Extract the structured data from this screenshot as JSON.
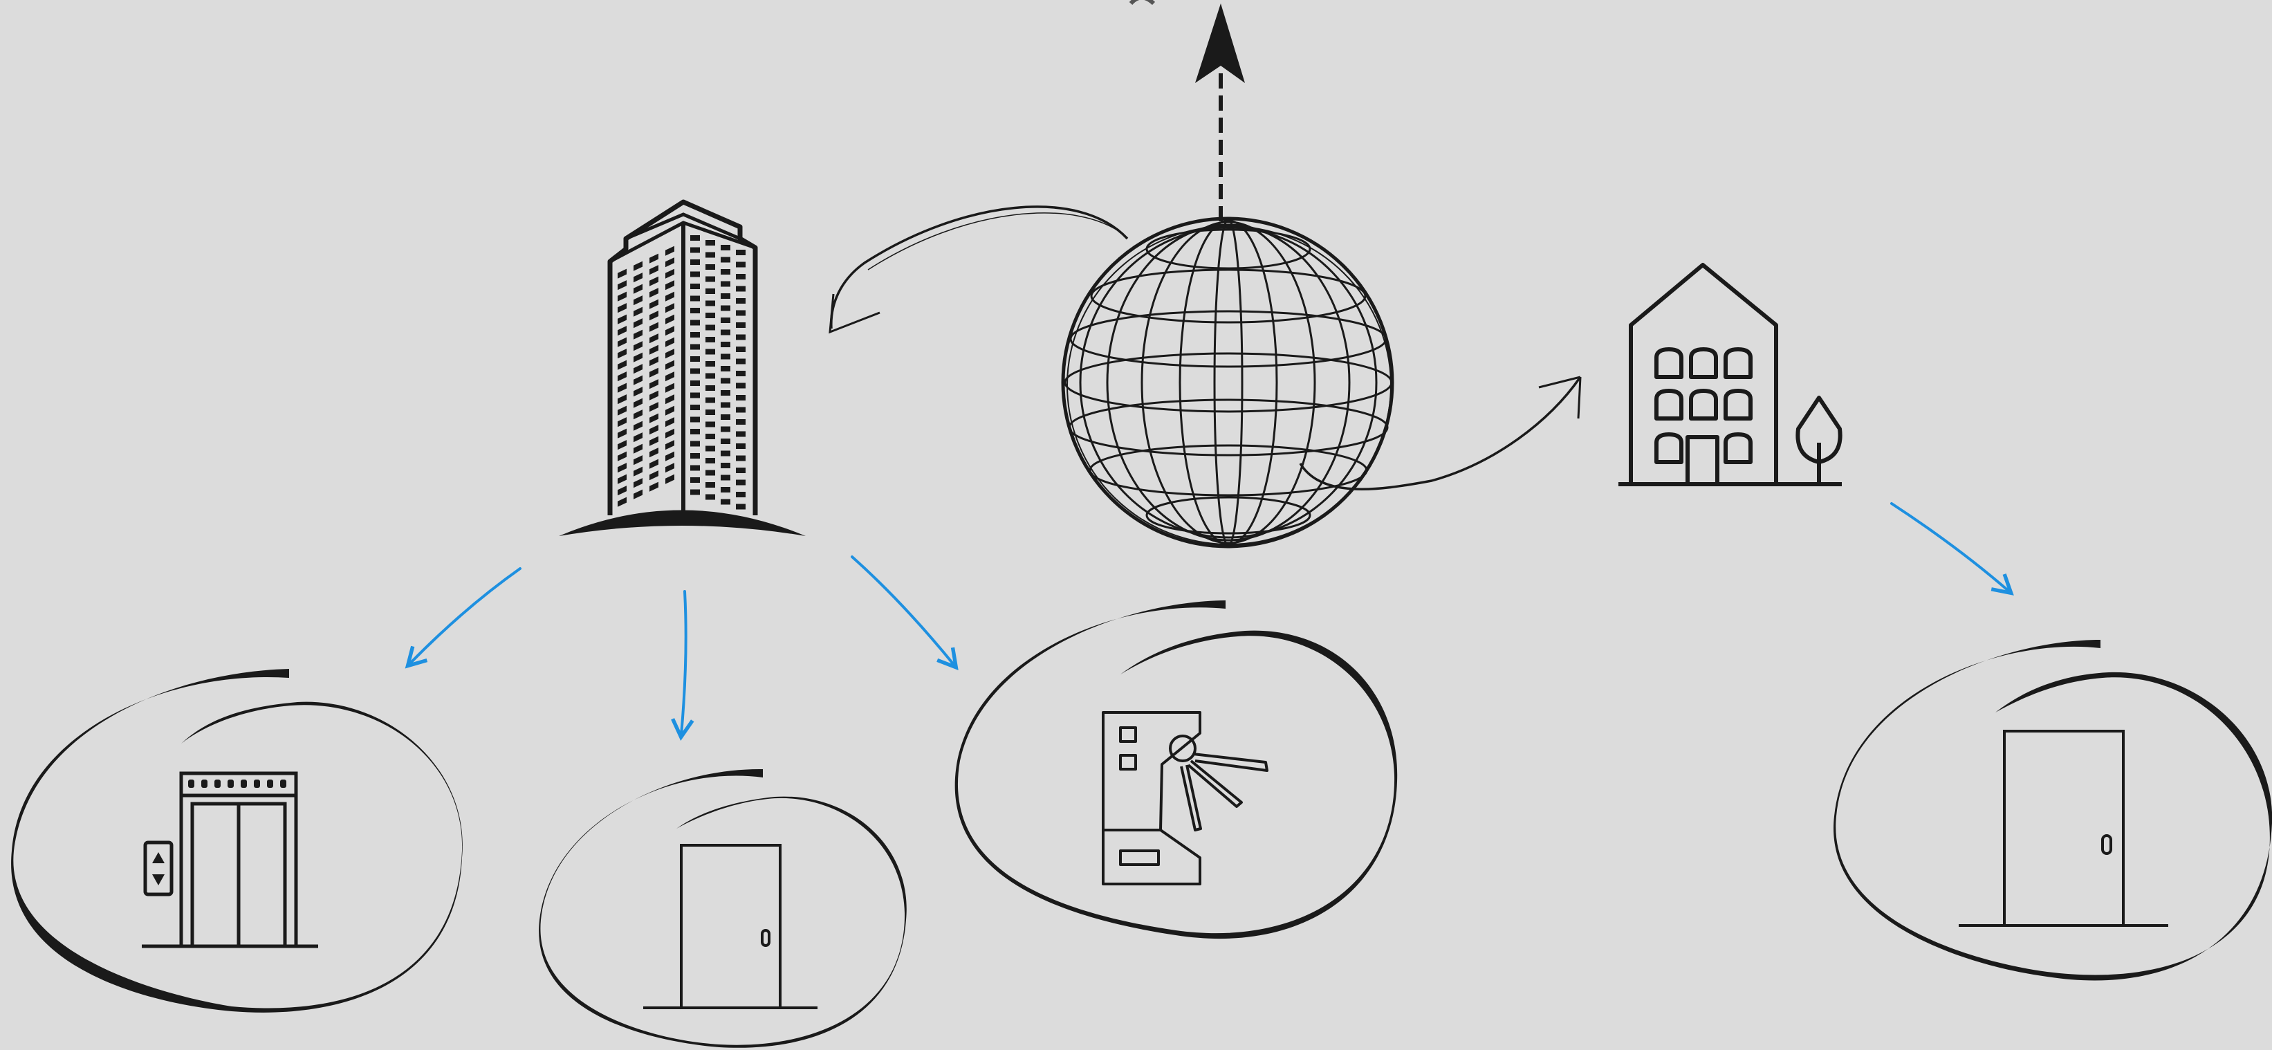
{
  "diagram": {
    "nodes": [
      {
        "id": "internet",
        "icon": "globe-icon"
      },
      {
        "id": "office-tower",
        "icon": "skyscraper-icon"
      },
      {
        "id": "house",
        "icon": "house-with-tree-icon"
      },
      {
        "id": "elevator",
        "icon": "elevator-icon"
      },
      {
        "id": "tower-door",
        "icon": "door-icon"
      },
      {
        "id": "turnstile",
        "icon": "turnstile-icon"
      },
      {
        "id": "house-door",
        "icon": "door-icon"
      }
    ],
    "edges": [
      {
        "from": "internet",
        "to": "office-tower",
        "style": "curved-black"
      },
      {
        "from": "internet",
        "to": "house",
        "style": "curved-black"
      },
      {
        "from": "internet",
        "to": "up",
        "style": "dashed-black"
      },
      {
        "from": "office-tower",
        "to": "elevator",
        "style": "blue"
      },
      {
        "from": "office-tower",
        "to": "tower-door",
        "style": "blue"
      },
      {
        "from": "office-tower",
        "to": "turnstile",
        "style": "blue"
      },
      {
        "from": "house",
        "to": "house-door",
        "style": "blue"
      }
    ],
    "colors": {
      "background": "#dcdcdc",
      "ink": "#1a1a1a",
      "accent": "#1e90e0"
    }
  }
}
